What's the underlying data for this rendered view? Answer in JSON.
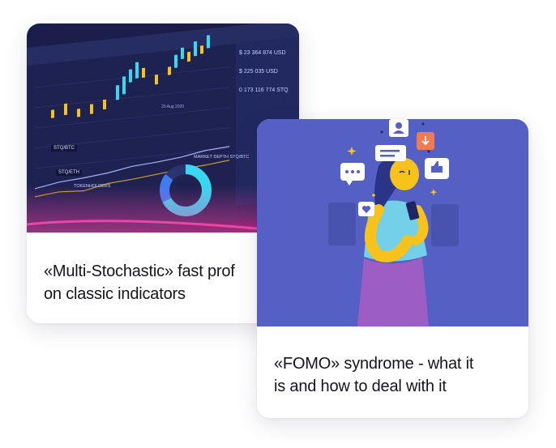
{
  "cards": [
    {
      "id": "multi-stochastic",
      "title_line1": "«Multi-Stochastic» fast prof",
      "title_line2": "on classic indicators",
      "image_subject": "trading-dashboard-illustration",
      "dashboard_text": {
        "stat1": "$ 23 364 874 USD",
        "stat2": "$ 225 035 USD",
        "stat3": "0 173 116 774 STQ",
        "pair1": "STQ/BTC",
        "pair2": "STQ/ETH",
        "panel_market": "MARKET DEPTH STQ/BTC",
        "panel_holders": "TOKENHOLDERS",
        "date_label": "20 Aug 2020"
      }
    },
    {
      "id": "fomo",
      "title_line1": "«FOMO» syndrome - what it",
      "title_line2": "is and how to deal with it",
      "image_subject": "person-with-phone-illustration"
    }
  ],
  "colors": {
    "card_bg": "#ffffff",
    "title_text": "#15151c",
    "fomo_bg": "#5460c4",
    "dashboard_bg": "#1a1f4a",
    "accent_yellow": "#f7c21c",
    "accent_cyan": "#37d8f0"
  }
}
